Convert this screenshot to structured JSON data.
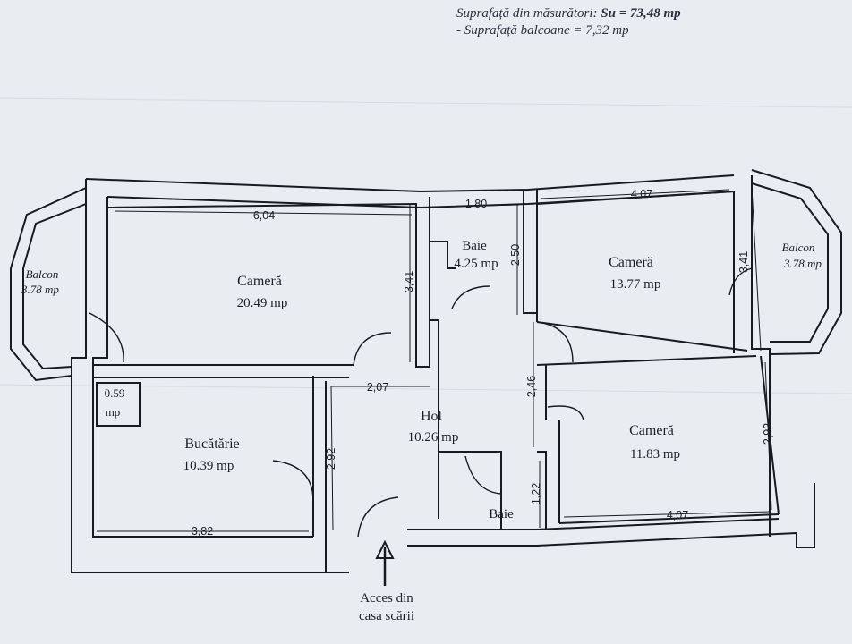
{
  "header": {
    "line1_label": "Suprafață din măsurători:",
    "line1_value": "Su = 73,48 mp",
    "line2": "- Suprafață balcoane = 7,32 mp"
  },
  "rooms": {
    "camera_left": {
      "name": "Cameră",
      "area": "20.49 mp"
    },
    "camera_right_top": {
      "name": "Cameră",
      "area": "13.77 mp"
    },
    "camera_right_bottom": {
      "name": "Cameră",
      "area": "11.83 mp"
    },
    "baie_top": {
      "name": "Baie",
      "area": "4.25 mp"
    },
    "baie_bottom": {
      "name": "Baie"
    },
    "hol": {
      "name": "Hol",
      "area": "10.26 mp"
    },
    "bucatarie": {
      "name": "Bucătărie",
      "area": "10.39 mp"
    },
    "camara": {
      "value": "0.59",
      "unit": "mp"
    },
    "balcon_left": {
      "name": "Balcon",
      "area": "3.78 mp"
    },
    "balcon_right": {
      "name": "Balcon",
      "area": "3.78 mp"
    }
  },
  "dimensions": {
    "camera_left_width": "6,04",
    "camera_left_height": "3,41",
    "baie_width": "1,80",
    "baie_height": "2,50",
    "camera_rt_width": "4,07",
    "camera_rt_height": "3,41",
    "hol_width": "2,07",
    "hol_height": "2,46",
    "bucatarie_height": "2,92",
    "bucatarie_width": "3,82",
    "baie_bottom_height": "1,22",
    "camera_rb_width": "4,07",
    "camera_rb_height": "2,92"
  },
  "entrance": {
    "line1": "Acces din",
    "line2": "casa scării"
  }
}
